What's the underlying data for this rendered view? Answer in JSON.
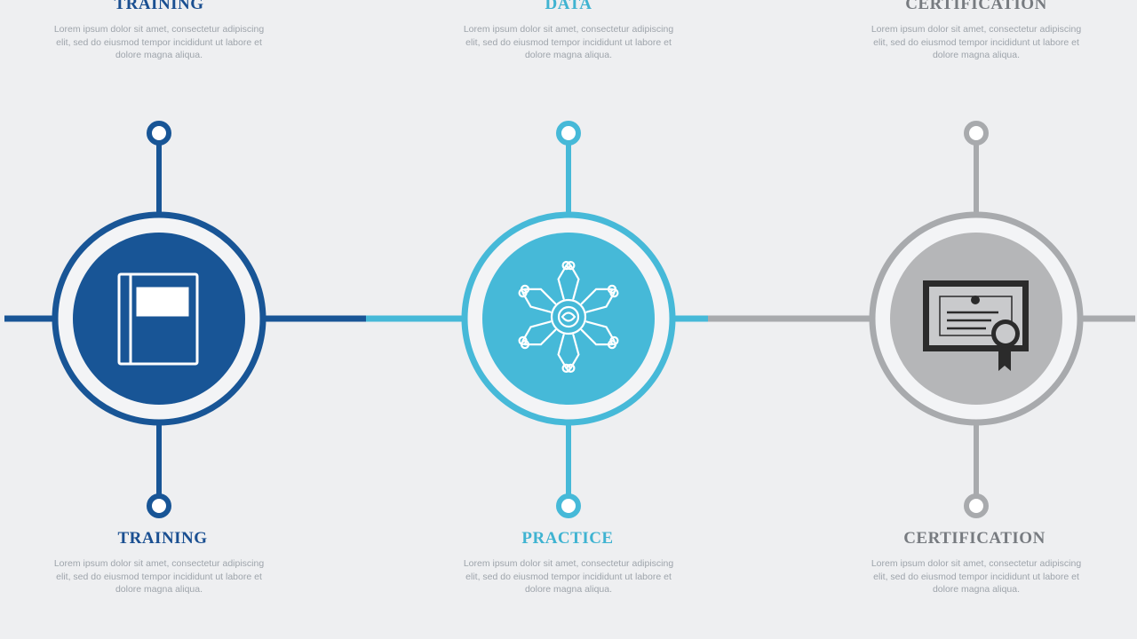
{
  "colors": {
    "background": "#eeeff1",
    "step1": "#185596",
    "step2": "#46b9d8",
    "step3": "#a8aaad",
    "step3_fill": "#b5b6b8",
    "icon_dark": "#2b2b2b"
  },
  "steps": [
    {
      "top_title": "TRAINING",
      "top_text": "Lorem ipsum dolor sit amet, consectetur adipiscing elit, sed do eiusmod tempor incididunt ut labore et dolore magna aliqua.",
      "icon": "book-icon",
      "bottom_title": "TRAINING",
      "bottom_text": "Lorem ipsum dolor sit amet, consectetur adipiscing elit, sed do eiusmod tempor incididunt ut labore et dolore magna aliqua."
    },
    {
      "top_title": "DATA",
      "top_text": "Lorem ipsum dolor sit amet, consectetur adipiscing elit, sed do eiusmod tempor incididunt ut labore et dolore magna aliqua.",
      "icon": "neural-network-icon",
      "bottom_title": "PRACTICE",
      "bottom_text": "Lorem ipsum dolor sit amet, consectetur adipiscing elit, sed do eiusmod tempor incididunt ut labore et dolore magna aliqua."
    },
    {
      "top_title": "CERTIFICATION",
      "top_text": "Lorem ipsum dolor sit amet, consectetur adipiscing elit, sed do eiusmod tempor incididunt ut labore et dolore magna aliqua.",
      "icon": "certificate-icon",
      "bottom_title": "CERTIFICATION",
      "bottom_text": "Lorem ipsum dolor sit amet, consectetur adipiscing elit, sed do eiusmod tempor incididunt ut labore et dolore magna aliqua."
    }
  ]
}
